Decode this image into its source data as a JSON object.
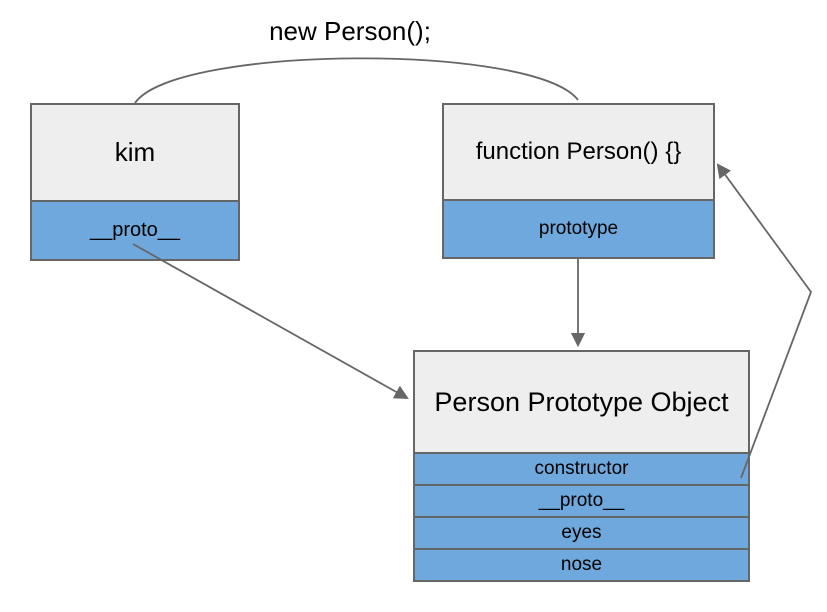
{
  "diagram": {
    "annotation": "new Person();",
    "boxes": {
      "kim": {
        "title": "kim",
        "rows": [
          "__proto__"
        ]
      },
      "person_function": {
        "title": "function Person() {}",
        "rows": [
          "prototype"
        ]
      },
      "person_prototype": {
        "title": "Person Prototype Object",
        "rows": [
          "constructor",
          "__proto__",
          "eyes",
          "nose"
        ]
      }
    },
    "arrows": [
      {
        "name": "new-person-arc",
        "from": "function Person() {}",
        "to": "kim",
        "label": "new Person();",
        "arrowhead": "none"
      },
      {
        "name": "kim-proto-to-prototype-object",
        "from": "kim.__proto__",
        "to": "Person Prototype Object",
        "arrowhead": "end"
      },
      {
        "name": "prototype-to-prototype-object",
        "from": "function Person().prototype",
        "to": "Person Prototype Object",
        "arrowhead": "end"
      },
      {
        "name": "constructor-to-function",
        "from": "Person Prototype Object.constructor",
        "to": "function Person() {}",
        "arrowhead": "end"
      }
    ],
    "colors": {
      "background": "#ffffff",
      "box_fill": "#eeeeee",
      "row_fill": "#6fa8dc",
      "border": "#666666",
      "arrow": "#666666",
      "text": "#000000"
    }
  }
}
